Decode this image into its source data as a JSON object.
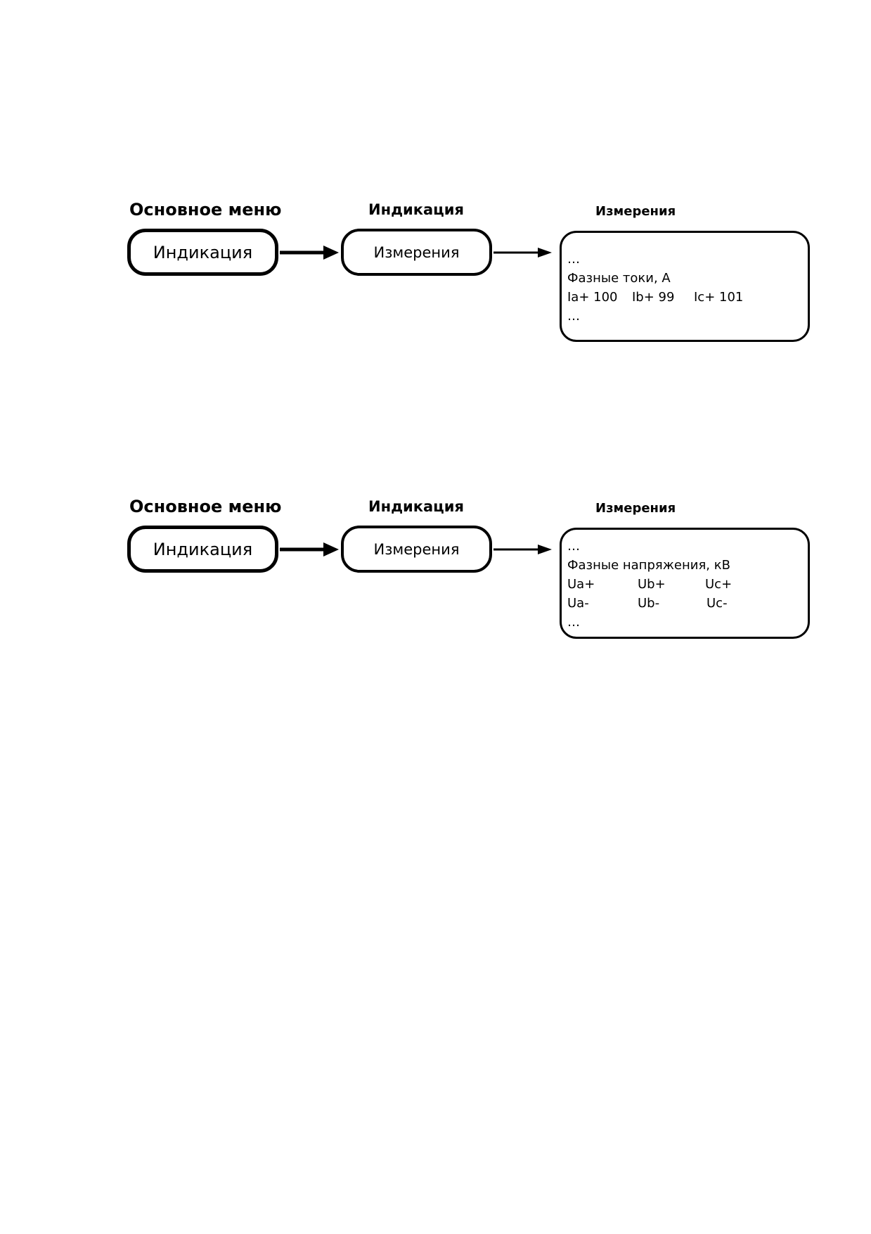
{
  "diagrams": [
    {
      "heading_main": "Основное меню",
      "heading_indication": "Индикация",
      "heading_measurements": "Измерения",
      "node_main": "Индикация",
      "node_indication": "Измерения",
      "panel": {
        "line1": "…",
        "title": "Фазные токи, А",
        "row1": [
          "Ia+  100",
          "Ib+  99",
          "Ic+ 101"
        ],
        "last": "…"
      }
    },
    {
      "heading_main": "Основное меню",
      "heading_indication": "Индикация",
      "heading_measurements": "Измерения",
      "node_main": "Индикация",
      "node_indication": "Измерения",
      "panel": {
        "line1": "…",
        "title": "Фазные напряжения, кВ",
        "row1": [
          "Ua+",
          "Ub+",
          "Uc+"
        ],
        "row2": [
          "Ua-",
          "Ub-",
          "Uc-"
        ],
        "last": "…"
      }
    }
  ]
}
